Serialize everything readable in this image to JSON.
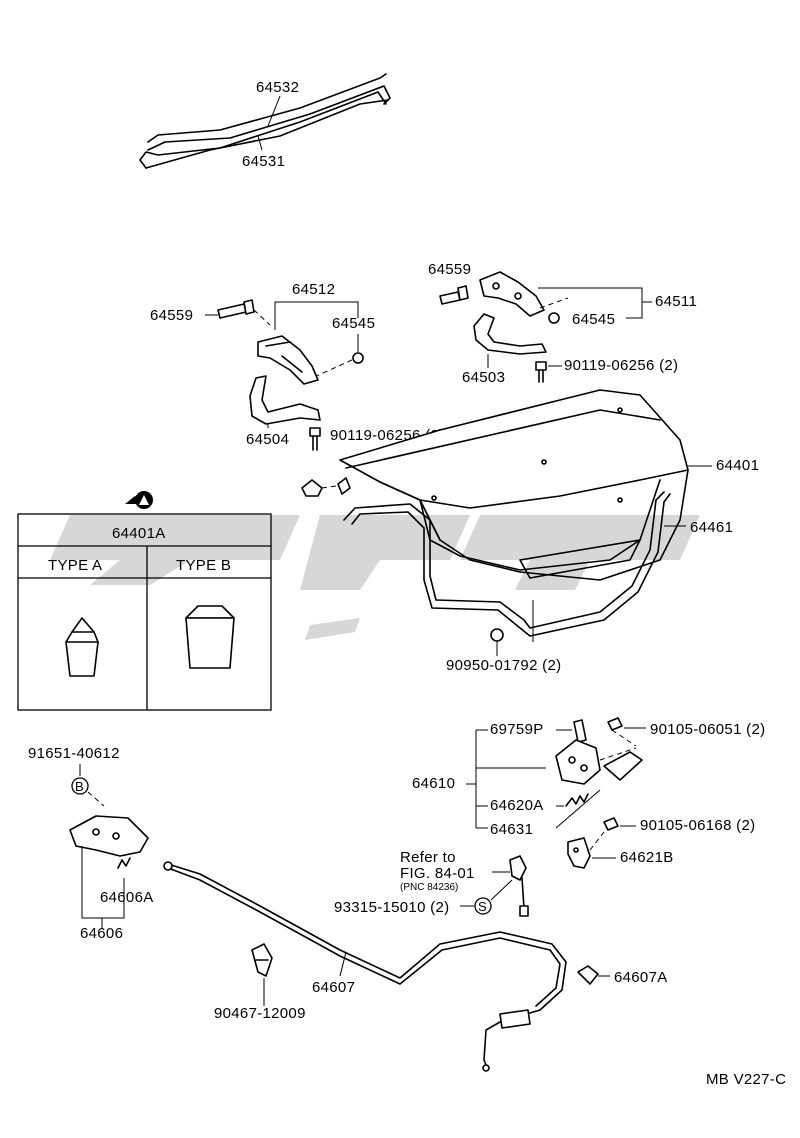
{
  "labels": {
    "p64532": "64532",
    "p64531": "64531",
    "p64559_left": "64559",
    "p64512": "64512",
    "p64545_left": "64545",
    "p64504": "64504",
    "bolt_left": "90119-06256 (2)",
    "p64559_right": "64559",
    "p64511": "64511",
    "p64545_right": "64545",
    "p64503": "64503",
    "bolt_right": "90119-06256 (2)",
    "p64401": "64401",
    "p64461": "64461",
    "clip_90950": "90950-01792 (2)",
    "p69759P": "69759P",
    "bolt_90105_a": "90105-06051 (2)",
    "p64610": "64610",
    "p64620A": "64620A",
    "p64631": "64631",
    "bolt_90105_b": "90105-06168 (2)",
    "p64621B": "64621B",
    "p91651": "91651-40612",
    "marker_b": "B",
    "refer_line1": "Refer to",
    "refer_line2": "FIG. 84-01",
    "refer_line3": "(PNC 84236)",
    "p93315": "93315-15010 (2)",
    "marker_s": "S",
    "p64606A": "64606A",
    "p64606": "64606",
    "p64607": "64607",
    "p64607A": "64607A",
    "p90467": "90467-12009",
    "footer_code": "MB V227-C"
  },
  "type_table": {
    "header": "64401A",
    "col_a": "TYPE A",
    "col_b": "TYPE B"
  }
}
